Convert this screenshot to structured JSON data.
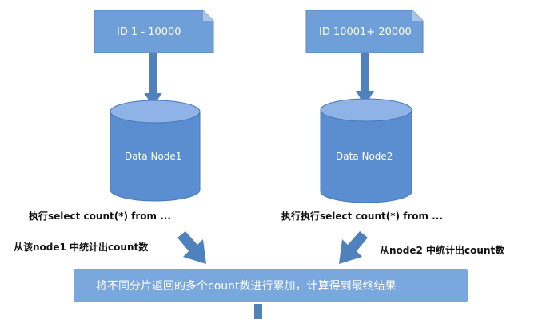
{
  "colors": {
    "box_fill": "#6f9fd8",
    "box_fold": "#a9c5ea",
    "box_stroke": "#5a87c0",
    "cyl_fill": "#5b8ed0",
    "cyl_top": "#8fb3e6",
    "cyl_stroke": "#4a78b8",
    "arrow": "#4f81bd",
    "result_fill": "#79a7de",
    "note_text": "#111111"
  },
  "boxes": [
    {
      "id": "left",
      "label": "ID  1 - 10000"
    },
    {
      "id": "right",
      "label": "ID  10001+ 20000"
    }
  ],
  "nodes": [
    {
      "id": "left",
      "label": "Data Node1"
    },
    {
      "id": "right",
      "label": "Data Node2"
    }
  ],
  "queries": {
    "left": "执行select count(*) from ...",
    "right": "执行执行select count(*) from ..."
  },
  "counts": {
    "left": "从该node1 中统计出count数",
    "right": "从node2 中统计出count数"
  },
  "result": {
    "label": "将不同分片返回的多个count数进行累加，计算得到最终结果"
  }
}
